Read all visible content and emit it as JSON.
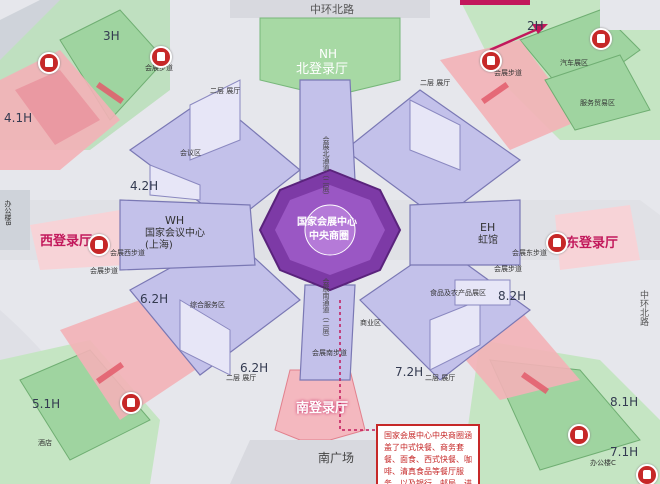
{
  "colors": {
    "hall_fill": "#b9b6e4",
    "hall_top": "#d4d2f1",
    "center_fill": "#7d3aa6",
    "pink_zone": "#f3a7b0",
    "green_zone": "#9fd4a0",
    "road": "#dfe0e6",
    "accent_red": "#c62828",
    "arrow": "#c2185b"
  },
  "roads": {
    "north": "中环北路",
    "east": "中环北路",
    "south_plaza": "南广场"
  },
  "halls": {
    "h3": "3H",
    "h2": "2H",
    "h41": "4.1H",
    "h42": "4.2H",
    "h62": "6.2H",
    "h62b": "6.2H",
    "h51": "5.1H",
    "h72": "7.2H",
    "h82": "8.2H",
    "h81": "8.1H",
    "h71": "7.1H"
  },
  "registration": {
    "north_code": "NH",
    "north": "北登录厅",
    "west": "西登录厅",
    "east": "东登录厅",
    "south": "南登录厅"
  },
  "center": {
    "line1": "国家会展中心",
    "line2": "中央商圈",
    "wh_code": "WH",
    "wh_name": "国家会议中心(上海)",
    "eh_code": "EH",
    "eh_name": "虹馆"
  },
  "small_labels": {
    "second_floor_hall": "二层\n展厅",
    "north_walkway": "会展北通道（二层）",
    "south_walkway": "会展南通道（二层）",
    "west_walkway": "会展西步道",
    "east_walkway": "会展东步道",
    "walkway": "会展步道",
    "south_walkway2": "会展南步道",
    "hotel": "酒店",
    "office_b": "办公楼B",
    "office_c": "办公楼C",
    "car_area": "汽车展区",
    "service_area": "服务贸易区",
    "food_area": "食品及农产品展区",
    "zone_west": "会议区",
    "zone_mid": "综合服务区",
    "zone_center": "商业区"
  },
  "info_box": {
    "text": "国家会展中心中央商圈涵盖了中式快餐、商务套餐、面食、西式快餐、咖啡、清真食品等餐厅服务，以及银行、邮局、进口商品"
  }
}
